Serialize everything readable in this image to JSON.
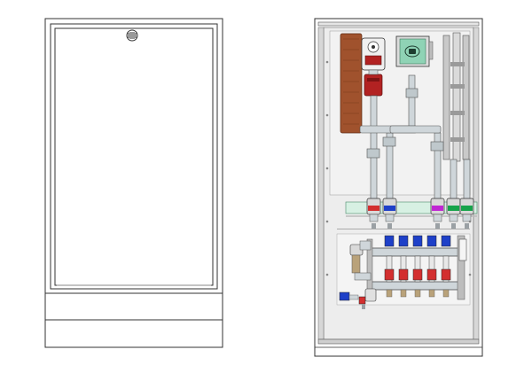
{
  "figure": {
    "views": [
      "closed-cabinet-front",
      "open-cabinet-interior"
    ]
  },
  "colors": {
    "outline": "#333333",
    "panel": "#ededed",
    "panel_dark": "#d7d7d7",
    "rail": "#c9c9c9",
    "copper": "#a0522d",
    "copper_dark": "#7a3a1c",
    "pump_red": "#b22222",
    "control_green": "#8fd3b5",
    "pipe": "#cfd6da",
    "valve_red": "#d32f2f",
    "valve_blue": "#1e40c8",
    "valve_magenta": "#c026d3",
    "valve_green": "#16a34a",
    "mint_bar": "#d7f0e3",
    "brass": "#b9a27a"
  },
  "components": {
    "lock_icon": "lock-icon",
    "heat_exchanger": "heat-exchanger",
    "circulation_pump": "circulation-pump",
    "control_unit": "control-unit",
    "ball_valves": [
      "red",
      "blue",
      "magenta",
      "green",
      "green"
    ],
    "manifold_top_caps": [
      "blue",
      "blue",
      "blue",
      "blue",
      "blue"
    ],
    "manifold_bottom_caps": [
      "red",
      "red",
      "red",
      "red",
      "red"
    ]
  }
}
